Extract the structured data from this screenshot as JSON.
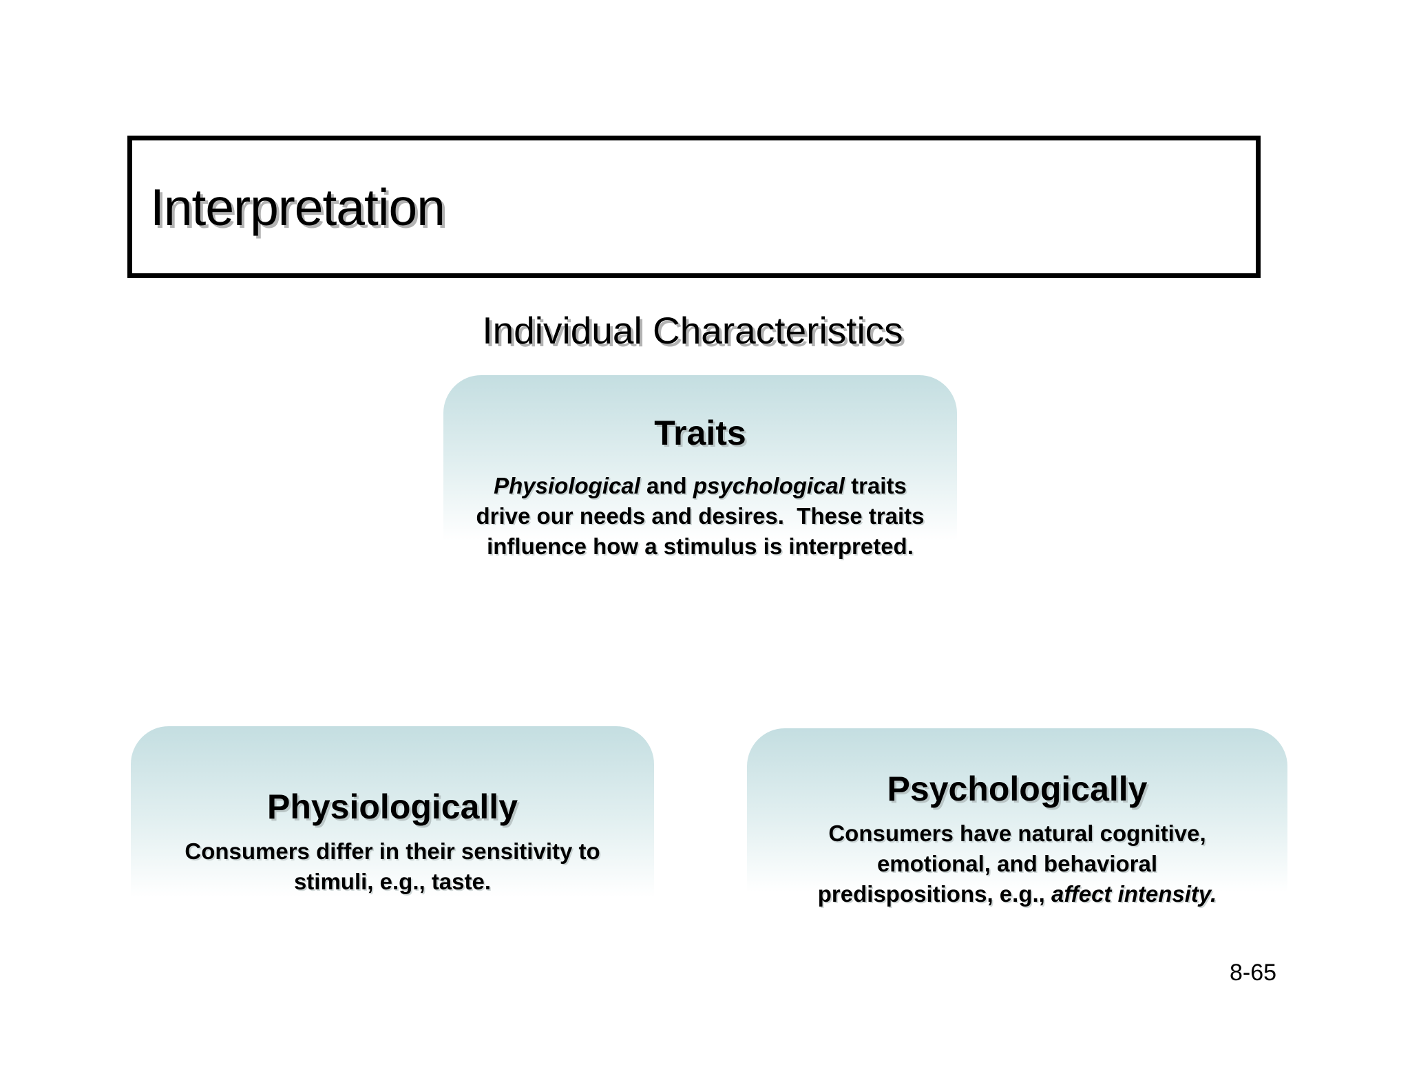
{
  "slide": {
    "title": "Interpretation",
    "subtitle": "Individual Characteristics",
    "page_number": "8-65"
  },
  "colors": {
    "background": "#ffffff",
    "text": "#000000",
    "text_shadow": "#b3b3b3",
    "title_border": "#000000",
    "box_gradient_top": "#c4dee1",
    "box_gradient_bottom": "#ffffff",
    "box_shadow": "#7b9496",
    "connector": "#2f7189"
  },
  "diagram": {
    "traits_box": {
      "title": "Traits",
      "lines": [
        [
          {
            "text": "Physiological",
            "italic": true
          },
          {
            "text": " and ",
            "italic": false
          },
          {
            "text": "psychological",
            "italic": true
          },
          {
            "text": " traits",
            "italic": false
          }
        ],
        [
          {
            "text": "drive our needs and desires.  These traits",
            "italic": false
          }
        ],
        [
          {
            "text": "influence how a stimulus is interpreted.",
            "italic": false
          }
        ]
      ]
    },
    "physiological_box": {
      "title": "Physiologically",
      "lines": [
        [
          {
            "text": "Consumers differ in their sensitivity to",
            "italic": false
          }
        ],
        [
          {
            "text": "stimuli, e.g., taste.",
            "italic": false
          }
        ]
      ]
    },
    "psychological_box": {
      "title": "Psychologically",
      "lines": [
        [
          {
            "text": "Consumers have natural cognitive,",
            "italic": false
          }
        ],
        [
          {
            "text": "emotional, and behavioral",
            "italic": false
          }
        ],
        [
          {
            "text": "predispositions, e.g., ",
            "italic": false
          },
          {
            "text": "affect intensity.",
            "italic": true
          }
        ]
      ]
    }
  }
}
